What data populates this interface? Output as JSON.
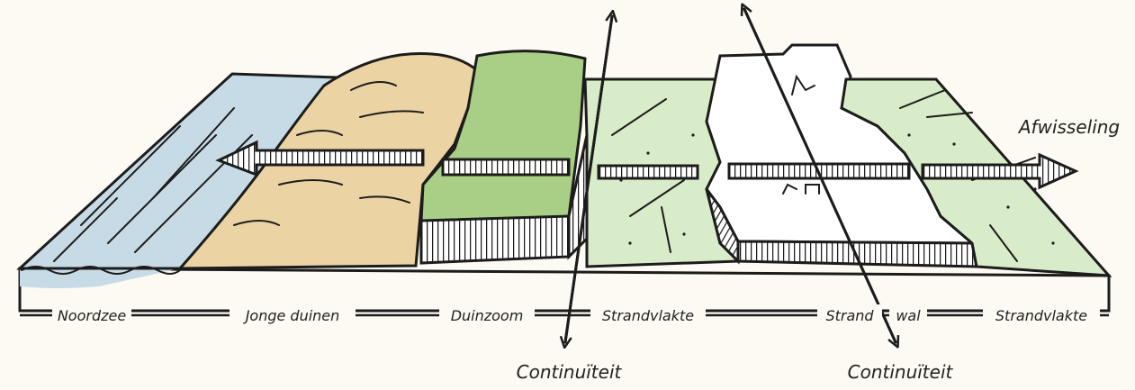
{
  "zones": {
    "noordzee": "Noordzee",
    "jonge_duinen": "Jonge duinen",
    "duinzoom": "Duinzoom",
    "strandvlakte_1": "Strandvlakte",
    "strand": "Strand",
    "wal": "wal",
    "strandvlakte_2": "Strandvlakte"
  },
  "captions": {
    "afwisseling": "Afwisseling",
    "continuiteit_1": "Continuïteit",
    "continuiteit_2": "Continuïteit"
  },
  "colors": {
    "sea": "#c7dbe6",
    "dunes": "#ecd3a4",
    "forest": "#a9cf86",
    "plain": "#d9ecc9",
    "wall": "#ffffff",
    "ink": "#1c1c1c",
    "background": "#fdfaf3"
  }
}
